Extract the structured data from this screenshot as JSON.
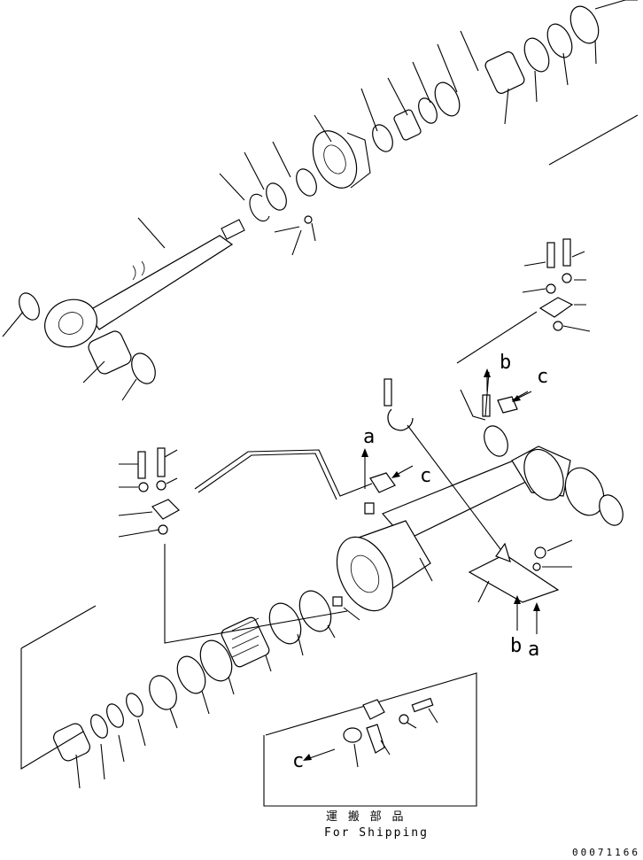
{
  "diagram": {
    "view_letters": {
      "a_upper": "a",
      "c_upper": "c",
      "b_right": "b",
      "c_right": "c",
      "b_lower": "b",
      "a_lower": "a",
      "c_inset": "c"
    },
    "shipping_note": {
      "japanese": "運 搬 部 品",
      "english": "For Shipping"
    },
    "drawing_code": "00071166"
  }
}
